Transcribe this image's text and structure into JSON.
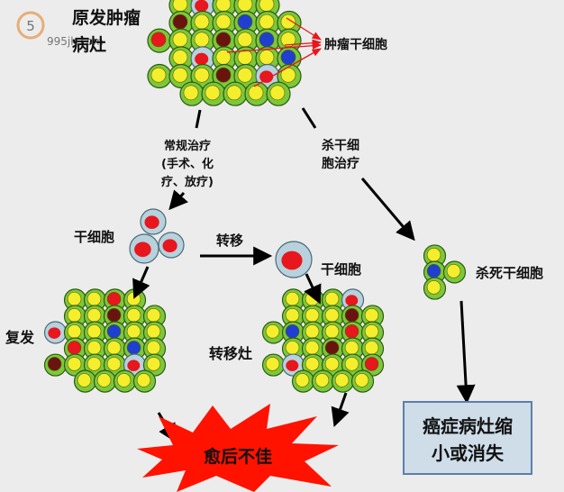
{
  "colors": {
    "background": "#ececec",
    "cell_green": "#7cc83a",
    "cell_yellow": "#f4ee2c",
    "cell_red": "#e8161d",
    "cell_blue": "#1f3fd0",
    "cell_brown": "#6a1410",
    "stem_shell": "#b7d2dc",
    "burst_red": "#ff1200",
    "box_fill": "#cfdde9",
    "arrow": "#000000"
  },
  "watermark": {
    "site": "995jk.com",
    "icon": "5-logo-icon"
  },
  "primary_tumor": {
    "line1": "原发肿瘤",
    "line2": "病灶"
  },
  "tumor_stem_cell_label": "肿瘤干细胞",
  "conventional_therapy": {
    "line1": "常规治疗",
    "line2": "(手术、化",
    "line3": "疗、放疗)"
  },
  "kill_stem_therapy": {
    "line1": "杀干细",
    "line2": "胞治疗"
  },
  "stem_cell_label_left": "干细胞",
  "metastasis_arrow_label": "转移",
  "stem_cell_label_right": "干细胞",
  "killed_stem_cell_label": "杀死干细胞",
  "recurrence_label": "复发",
  "metastatic_lesion_label": "转移灶",
  "poor_prognosis_label": "愈后不佳",
  "result_box": {
    "line1": "癌症病灶缩",
    "line2": "小或消失"
  }
}
